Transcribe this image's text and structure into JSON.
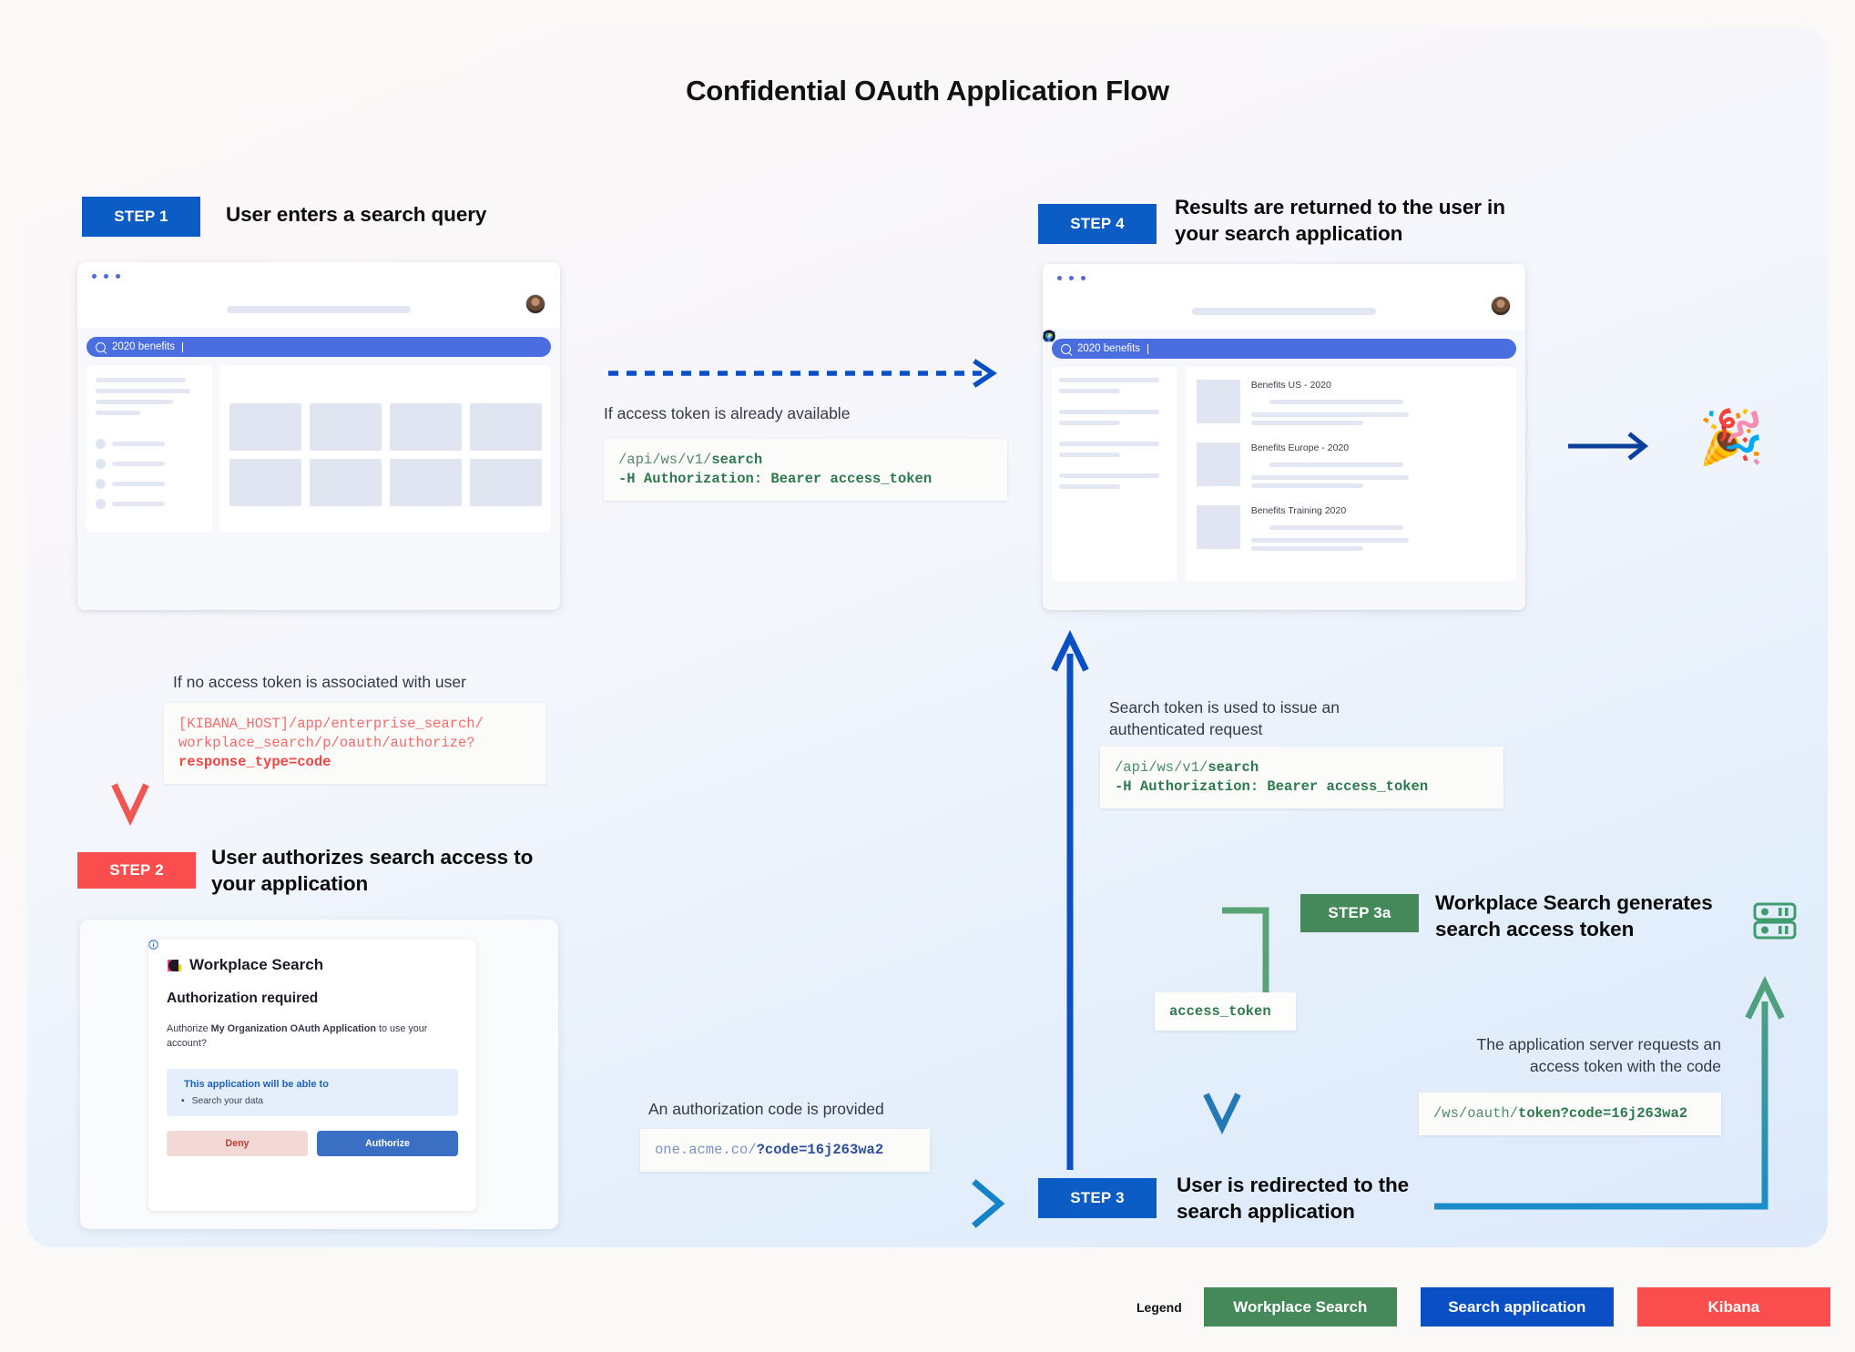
{
  "page": {
    "title": "Confidential OAuth Application Flow"
  },
  "colors": {
    "blue": "#0b5cc4",
    "red": "#fa4d4d",
    "green": "#45885a",
    "code_green": "#2d7a4e",
    "code_red": "#f44545",
    "search_blue": "#4a6ee0"
  },
  "steps": {
    "step1": {
      "badge": "STEP 1",
      "title": "User enters a search query"
    },
    "step2": {
      "badge": "STEP 2",
      "title": "User authorizes search access to your application"
    },
    "step3": {
      "badge": "STEP 3",
      "title": "User is redirected to the search application"
    },
    "step3a": {
      "badge": "STEP 3a",
      "title": "Workplace Search generates search access token"
    },
    "step4": {
      "badge": "STEP 4",
      "title": "Results are returned to the user in your search application"
    }
  },
  "browser1": {
    "search_query": "2020 benefits",
    "search_icon": "search-icon"
  },
  "browser2": {
    "search_query": "2020 benefits",
    "results": [
      {
        "title": "Benefits US - 2020",
        "source_icon": "google-drive-icon"
      },
      {
        "title": "Benefits Europe - 2020",
        "source_icon": "dropbox-icon"
      },
      {
        "title": "Benefits Training 2020",
        "source_icon": "github-icon"
      }
    ]
  },
  "captions": {
    "token_available": "If access token is already available",
    "no_token": "If no access token is associated with user",
    "search_token_used": "Search token is used to issue an authenticated request",
    "auth_code_provided": "An authorization code is provided",
    "server_requests_token": "The application server requests an access token with the code"
  },
  "code": {
    "search_request_top": {
      "line1_path": "/api/ws/v1/",
      "line1_bold": "search",
      "line2": "-H Authorization: Bearer access_token"
    },
    "kibana_authorize": {
      "line1": "[KIBANA_HOST]/app/enterprise_search/",
      "line2": "workplace_search/p/oauth/authorize?",
      "line3_bold": "response_type=code"
    },
    "search_request_mid": {
      "line1_path": "/api/ws/v1/",
      "line1_bold": "search",
      "line2": "-H Authorization: Bearer access_token"
    },
    "redirect_code": {
      "plain": "one.acme.co/",
      "bold": "?code=16j263wa2"
    },
    "token_request": {
      "plain": "/ws/oauth/",
      "bold": "token?code=16j263wa2"
    },
    "access_token_pill": "access_token"
  },
  "auth_dialog": {
    "brand": "Workplace Search",
    "heading": "Authorization required",
    "body_prefix": "Authorize ",
    "body_bold": "My Organization OAuth Application",
    "body_suffix": " to use your account?",
    "callout_title": "This application will be able to",
    "callout_items": [
      "Search your data"
    ],
    "deny_label": "Deny",
    "authorize_label": "Authorize"
  },
  "legend": {
    "label": "Legend",
    "items": [
      {
        "label": "Workplace Search",
        "color": "#45885a"
      },
      {
        "label": "Search application",
        "color": "#0b5cc4"
      },
      {
        "label": "Kibana",
        "color": "#fa4d4d"
      }
    ]
  },
  "icons": {
    "server": "server-icon",
    "party": "party-popper-emoji"
  }
}
